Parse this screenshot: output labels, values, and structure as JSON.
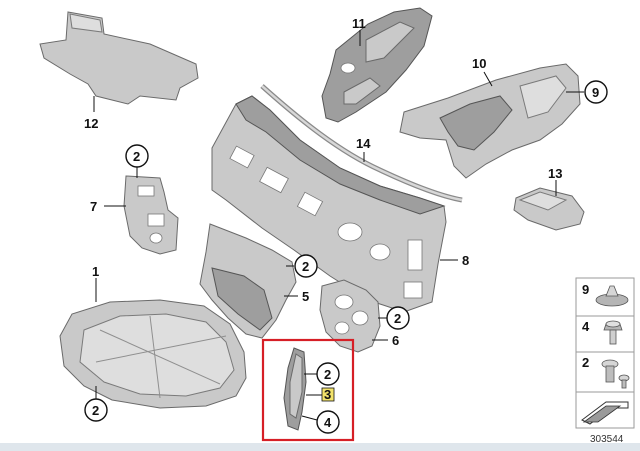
{
  "diagram": {
    "id_text": "303544",
    "callouts": [
      {
        "key": "c12",
        "label": "12"
      },
      {
        "key": "c11",
        "label": "11"
      },
      {
        "key": "c10",
        "label": "10"
      },
      {
        "key": "c9",
        "label": "9"
      },
      {
        "key": "c14",
        "label": "14"
      },
      {
        "key": "c2a",
        "label": "2"
      },
      {
        "key": "c7",
        "label": "7"
      },
      {
        "key": "c13",
        "label": "13"
      },
      {
        "key": "c8",
        "label": "8"
      },
      {
        "key": "c2b",
        "label": "2"
      },
      {
        "key": "c5",
        "label": "5"
      },
      {
        "key": "c1",
        "label": "1"
      },
      {
        "key": "c2c",
        "label": "2"
      },
      {
        "key": "c6",
        "label": "6"
      },
      {
        "key": "c2d",
        "label": "2"
      },
      {
        "key": "c3",
        "label": "3"
      },
      {
        "key": "c4a",
        "label": "4"
      },
      {
        "key": "c2e",
        "label": "2"
      }
    ],
    "legend": [
      {
        "key": "l9",
        "label": "9"
      },
      {
        "key": "l4",
        "label": "4"
      },
      {
        "key": "l2",
        "label": "2"
      }
    ],
    "colors": {
      "highlight": "#d61f26",
      "label_fill": "#f3e36b"
    },
    "icons": [
      "fastener-clip-icon",
      "screw-bolt-icon",
      "expanding-rivet-icon",
      "view-direction-arrow-icon"
    ]
  }
}
